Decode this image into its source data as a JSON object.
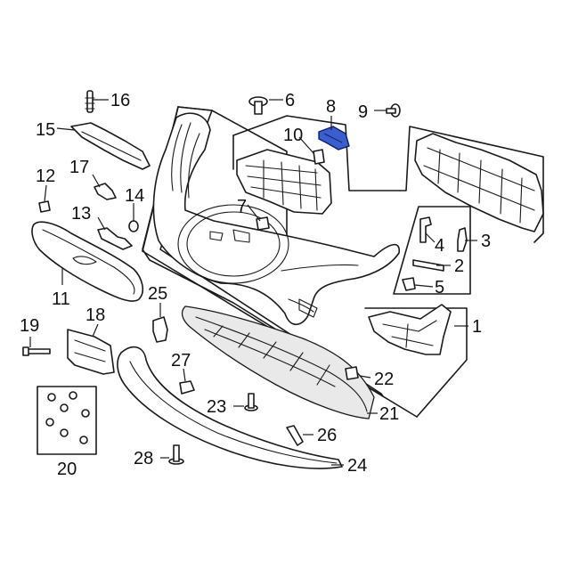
{
  "highlight_color": "#3a5fcd",
  "callouts": [
    {
      "id": "1",
      "text": "1"
    },
    {
      "id": "2",
      "text": "2"
    },
    {
      "id": "3",
      "text": "3"
    },
    {
      "id": "4",
      "text": "4"
    },
    {
      "id": "5",
      "text": "5"
    },
    {
      "id": "6",
      "text": "6"
    },
    {
      "id": "7",
      "text": "7"
    },
    {
      "id": "8",
      "text": "8",
      "highlighted": true
    },
    {
      "id": "9",
      "text": "9"
    },
    {
      "id": "10",
      "text": "10"
    },
    {
      "id": "11",
      "text": "11"
    },
    {
      "id": "12",
      "text": "12"
    },
    {
      "id": "13",
      "text": "13"
    },
    {
      "id": "14",
      "text": "14"
    },
    {
      "id": "15",
      "text": "15"
    },
    {
      "id": "16",
      "text": "16"
    },
    {
      "id": "17",
      "text": "17"
    },
    {
      "id": "18",
      "text": "18"
    },
    {
      "id": "19",
      "text": "19"
    },
    {
      "id": "20",
      "text": "20"
    },
    {
      "id": "21",
      "text": "21"
    },
    {
      "id": "22",
      "text": "22"
    },
    {
      "id": "23",
      "text": "23"
    },
    {
      "id": "24",
      "text": "24"
    },
    {
      "id": "25",
      "text": "25"
    },
    {
      "id": "26",
      "text": "26"
    },
    {
      "id": "27",
      "text": "27"
    },
    {
      "id": "28",
      "text": "28"
    }
  ]
}
